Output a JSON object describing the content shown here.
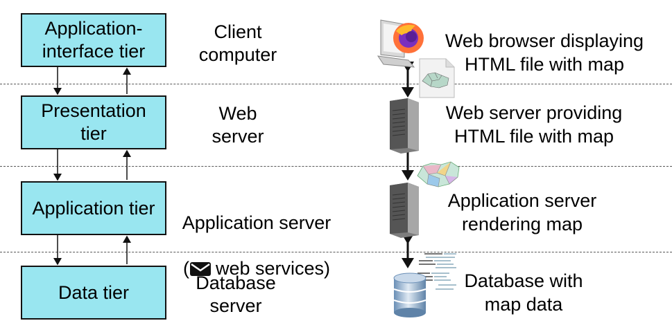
{
  "tiers": [
    {
      "label": "Application-\ninterface tier"
    },
    {
      "label": "Presentation\ntier"
    },
    {
      "label": "Application tier"
    },
    {
      "label": "Data tier"
    }
  ],
  "servers": [
    {
      "label": "Client\ncomputer"
    },
    {
      "label": "Web\nserver"
    },
    {
      "label": "Application server"
    },
    {
      "label": "Database\nserver"
    }
  ],
  "app_server_sub": "web services)",
  "app_server_paren": "(",
  "descriptions": [
    {
      "text": "Web browser displaying\nHTML file with map"
    },
    {
      "text": "Web server providing\nHTML file with map"
    },
    {
      "text": "Application server\nrendering map"
    },
    {
      "text": "Database with\nmap data"
    }
  ],
  "colors": {
    "tier_fill": "#99e6f0",
    "border": "#111111",
    "divider": "#555555"
  },
  "icons": [
    "firefox-browser-monitor-icon",
    "html-map-file-icon",
    "server-tower-icon",
    "map-tiles-icon",
    "server-tower-icon",
    "database-icon",
    "envelope-icon"
  ]
}
